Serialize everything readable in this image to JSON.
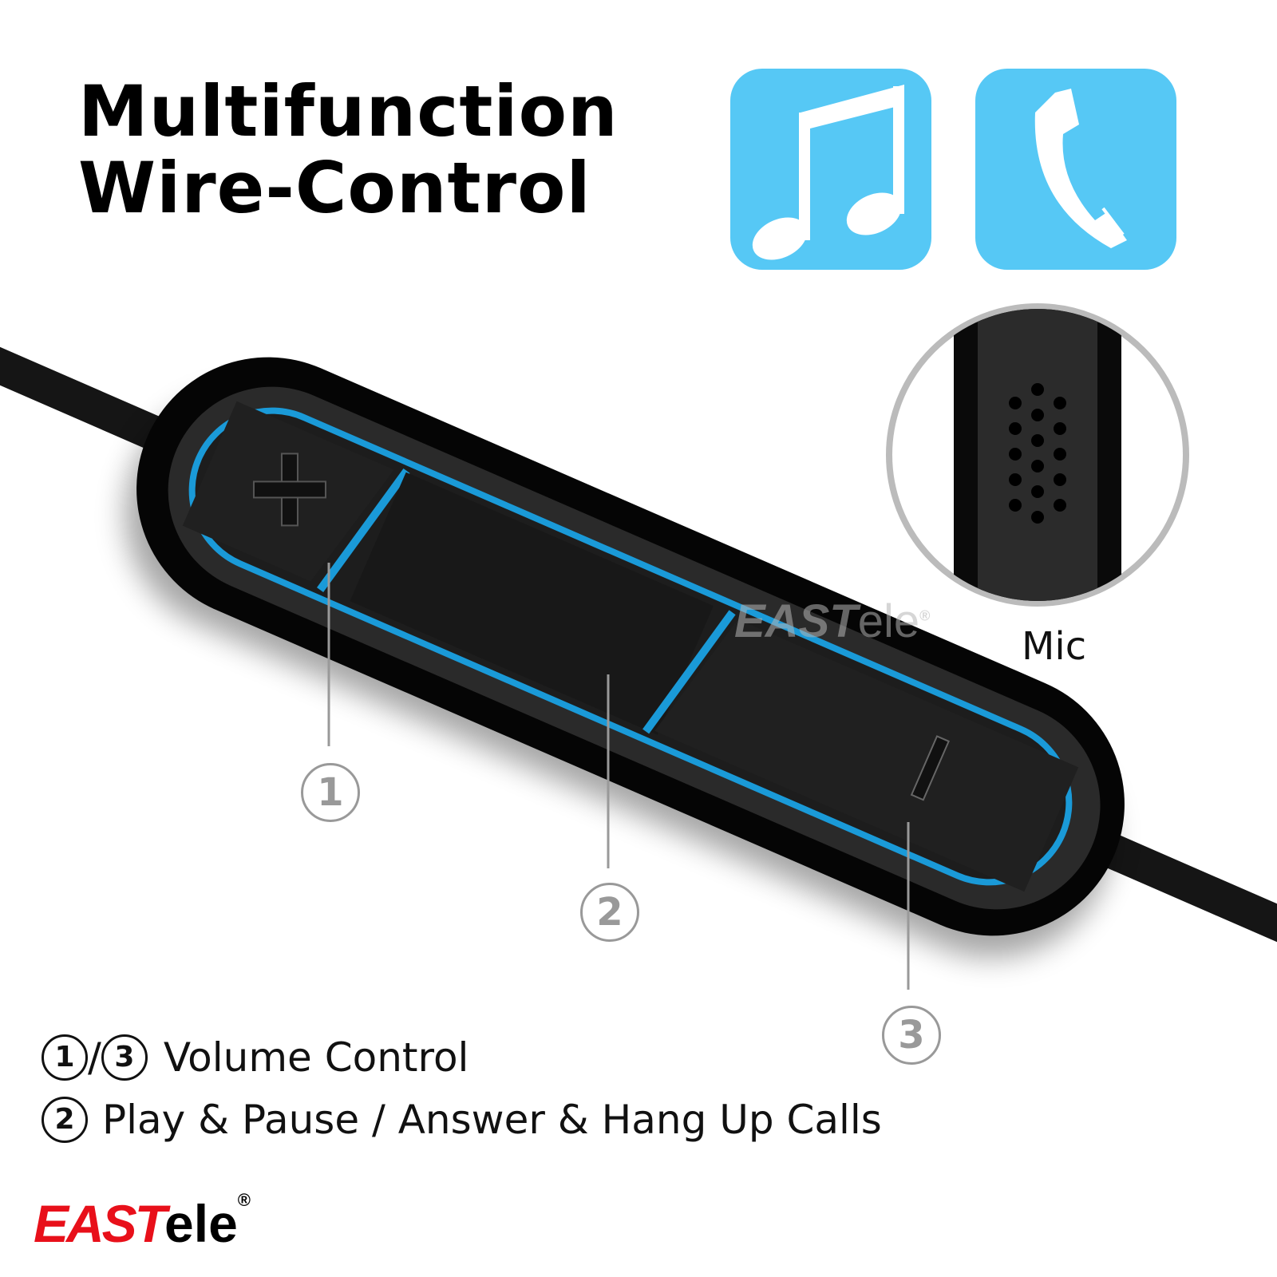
{
  "title": {
    "line1": "Multifunction",
    "line2": "Wire-Control"
  },
  "icons": [
    {
      "name": "music-note-icon",
      "color": "#56c8f5"
    },
    {
      "name": "phone-handset-icon",
      "color": "#56c8f5"
    }
  ],
  "mic": {
    "label": "Mic"
  },
  "watermark": {
    "brand_bold": "EAST",
    "brand_light": "ele",
    "mark": "®"
  },
  "callouts": [
    "1",
    "2",
    "3"
  ],
  "buttons": {
    "plus": "+",
    "minus": "−"
  },
  "legend": [
    {
      "nums": [
        "1",
        "3"
      ],
      "separator": "/",
      "text": "Volume Control"
    },
    {
      "nums": [
        "2"
      ],
      "text": "Play & Pause / Answer & Hang Up Calls"
    }
  ],
  "logo": {
    "brand_bold": "EAST",
    "brand_light": "ele",
    "mark": "®",
    "color": "#e8101a"
  },
  "colors": {
    "accent_blue": "#1a9ad8",
    "tile_blue": "#56c8f5"
  }
}
